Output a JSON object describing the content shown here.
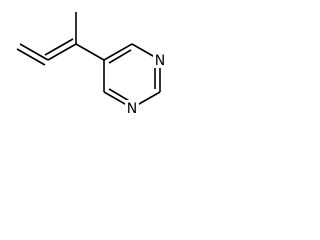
{
  "structure": {
    "atoms": [
      {
        "id": "n1",
        "element": "N",
        "label": "N"
      },
      {
        "id": "n3",
        "element": "N",
        "label": "N"
      }
    ],
    "bonds": [
      {
        "id": "b-c5-c6",
        "order": 2
      },
      {
        "id": "b-c6-n1",
        "order": 1
      },
      {
        "id": "b-n1-c2",
        "order": 2
      },
      {
        "id": "b-c2-n3",
        "order": 1
      },
      {
        "id": "b-n3-c4",
        "order": 2
      },
      {
        "id": "b-c4-c5",
        "order": 1
      },
      {
        "id": "b-c5-ca",
        "order": 1
      },
      {
        "id": "b-ca-me",
        "order": 1
      },
      {
        "id": "b-ca-cb",
        "order": 2
      },
      {
        "id": "b-cb-cc",
        "order": 2
      }
    ]
  }
}
